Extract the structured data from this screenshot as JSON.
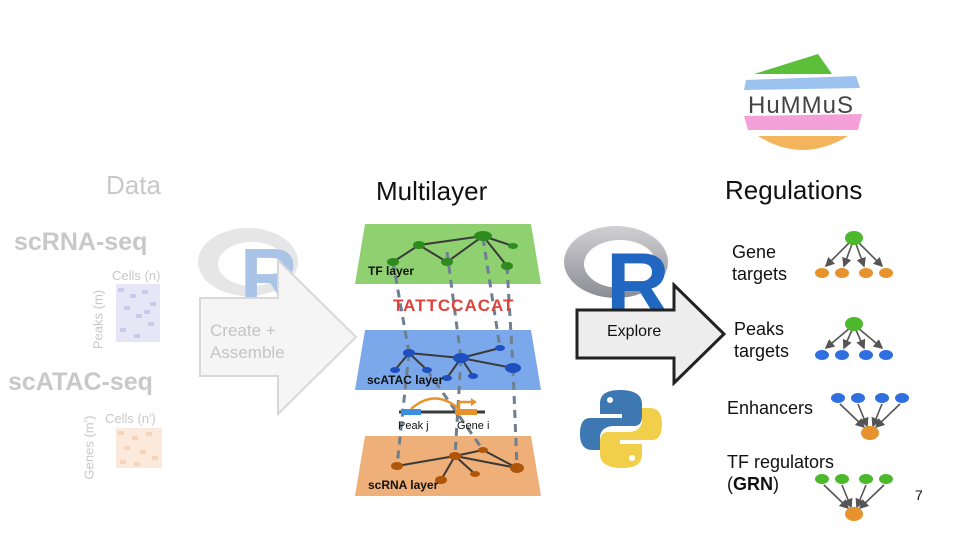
{
  "slide": {
    "page_number": "7"
  },
  "left": {
    "title": "Data",
    "scrna_label": "scRNA-seq",
    "scatac_label": "scATAC-seq",
    "matrix1": {
      "col_label": "Cells (n)",
      "row_label": "Peaks (m)"
    },
    "matrix2": {
      "col_label": "Cells (n')",
      "row_label": "Genes (m')"
    },
    "arrow_text_line1": "Create +",
    "arrow_text_line2": "Assemble"
  },
  "middle": {
    "title": "Multilayer",
    "layers": {
      "tf": "TF layer",
      "scatac": "scATAC layer",
      "scrna": "scRNA layer"
    },
    "motif_text": "TATTCCACAT",
    "peak_label": "Peak j",
    "gene_label": "Gene i",
    "explore_label": "Explore"
  },
  "right": {
    "logo_text": "HuMMuS",
    "title": "Regulations",
    "items": [
      {
        "label": "Gene\ntargets"
      },
      {
        "label": "Peaks\ntargets"
      },
      {
        "label": "Enhancers"
      },
      {
        "label_prefix": "TF regulators",
        "label_open": "(",
        "label_bold": "GRN",
        "label_close": ")"
      }
    ]
  },
  "colors": {
    "green": "#4cb82c",
    "orange": "#e8922e",
    "blue": "#2f6fe0",
    "tf_layer": "#8fd070",
    "atac_layer": "#7ba8ea",
    "rna_layer": "#eeb078",
    "r_blue": "#2166c1"
  }
}
